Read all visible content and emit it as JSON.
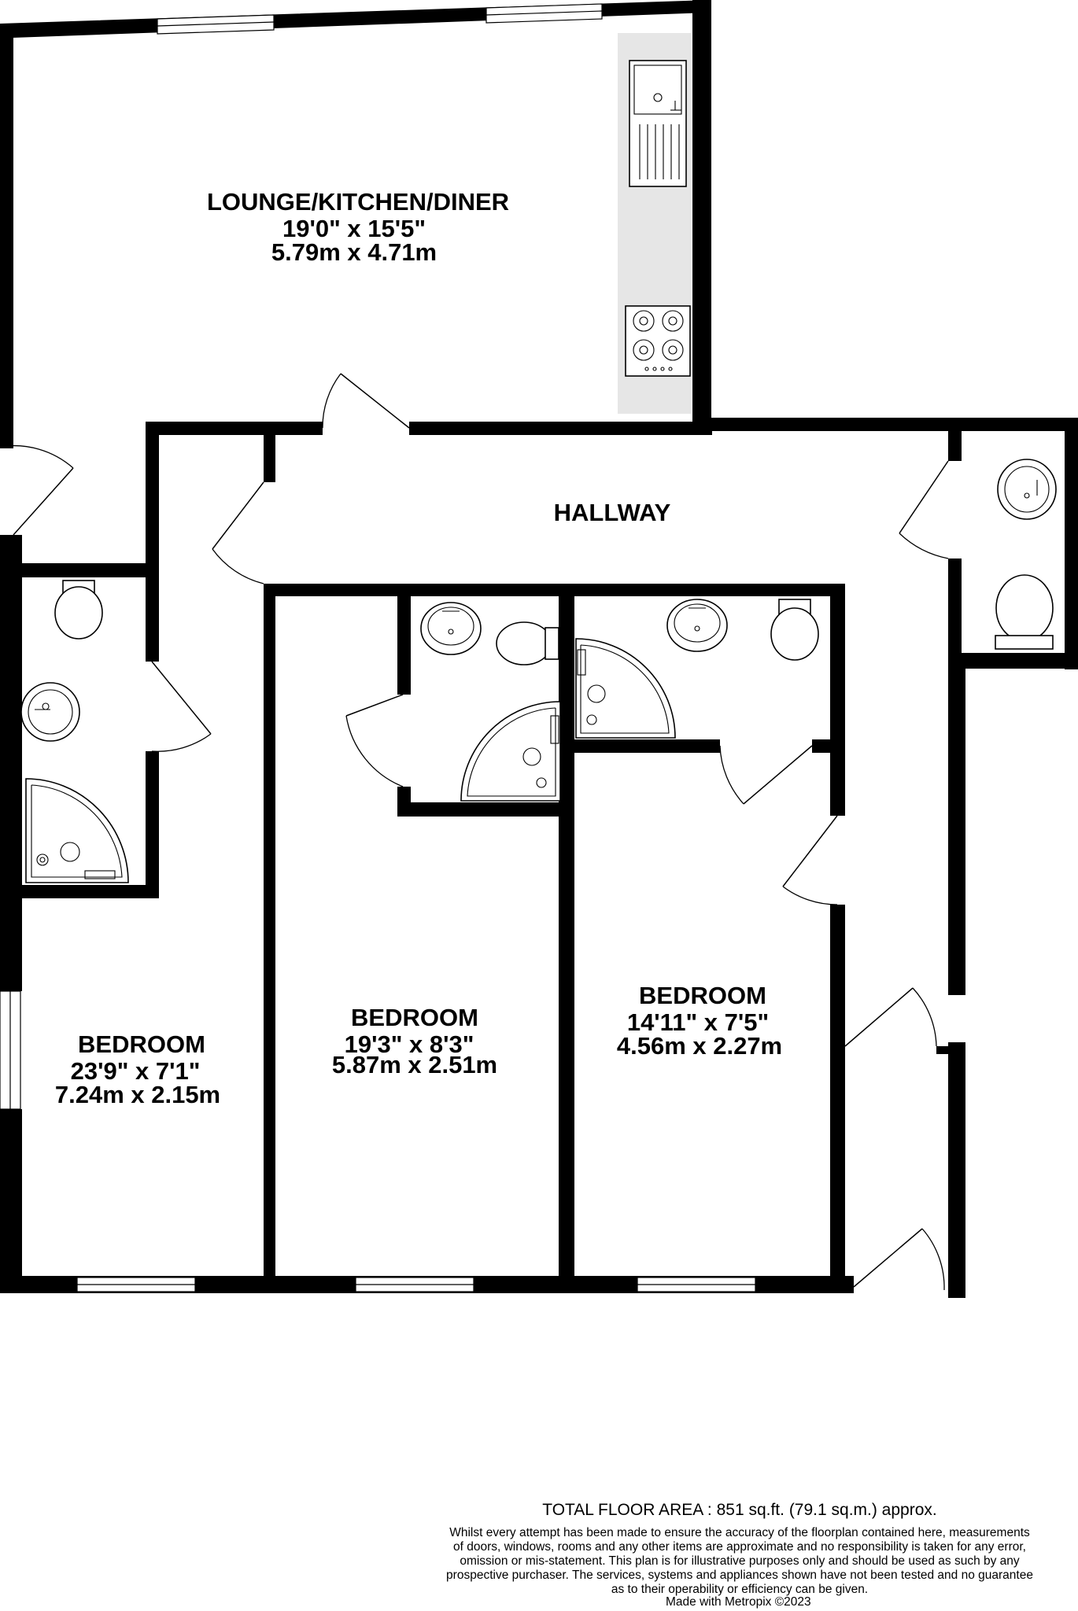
{
  "rooms": {
    "lounge": {
      "name": "LOUNGE/KITCHEN/DINER",
      "imperial": "19'0\"  x 15'5\"",
      "metric": "5.79m  x 4.71m"
    },
    "hallway": {
      "name": "HALLWAY"
    },
    "bedroom_left": {
      "name": "BEDROOM",
      "imperial": "23'9\"  x 7'1\"",
      "metric": "7.24m  x 2.15m"
    },
    "bedroom_middle": {
      "name": "BEDROOM",
      "imperial": "19'3\"  x 8'3\"",
      "metric": "5.87m  x 2.51m"
    },
    "bedroom_right": {
      "name": "BEDROOM",
      "imperial": "14'11\"  x 7'5\"",
      "metric": "4.56m  x 2.27m"
    }
  },
  "footer": {
    "total_area": "TOTAL FLOOR AREA : 851 sq.ft. (79.1 sq.m.) approx.",
    "disclaimer_lines": [
      "Whilst every attempt has been made to ensure the accuracy of the floorplan contained here, measurements",
      "of doors, windows, rooms and any other items are approximate and no responsibility is taken for any error,",
      "omission or mis-statement. This plan is for illustrative purposes only and should be used as such by any",
      "prospective purchaser. The services, systems and appliances shown have not been tested and no guarantee",
      "as to their operability or efficiency can be given."
    ],
    "credit": "Made with Metropix ©2023"
  }
}
